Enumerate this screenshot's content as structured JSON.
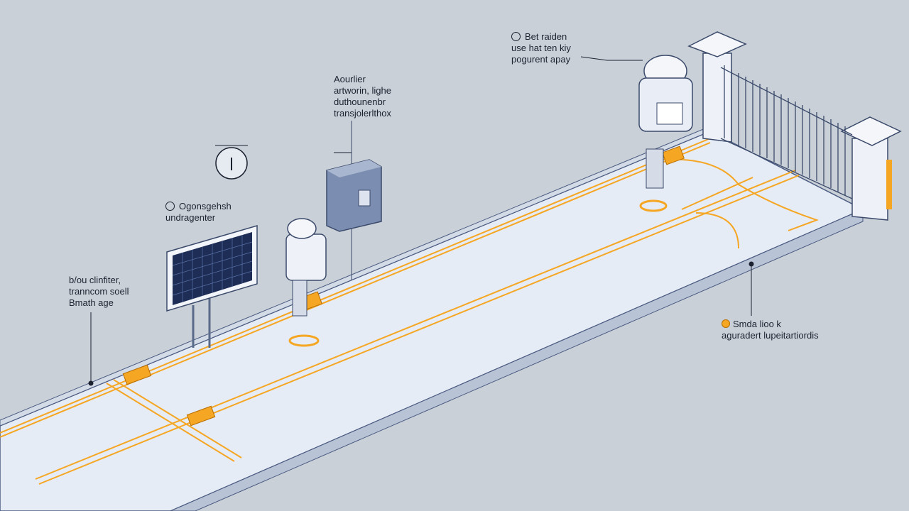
{
  "colors": {
    "background": "#c9d0d7",
    "road": "#e6ecf5",
    "cable": "#f5a623",
    "outline": "#3b4a6b",
    "solar": "#1e2d55"
  },
  "labels": {
    "top_right": {
      "lines": [
        "Bet raiden",
        "use hat ten kiy",
        "pogurent apay"
      ],
      "icon": "circle-icon"
    },
    "junction_box": {
      "lines": [
        "Aourlier",
        "artworin, lighe",
        "duthounenbr",
        "transjolerlthox"
      ]
    },
    "gauge": {
      "icon": "gauge-icon"
    },
    "solar": {
      "lines": [
        "Ogonsgehsh",
        "undragenter"
      ],
      "icon": "circle-icon"
    },
    "left": {
      "lines": [
        "b/ou clinfiter,",
        "tranncom soell",
        "Bmath age"
      ]
    },
    "right": {
      "lines": [
        "Smda lioo k",
        "aguradert lupeitartiordis"
      ],
      "icon": "orange-dot-icon"
    }
  }
}
